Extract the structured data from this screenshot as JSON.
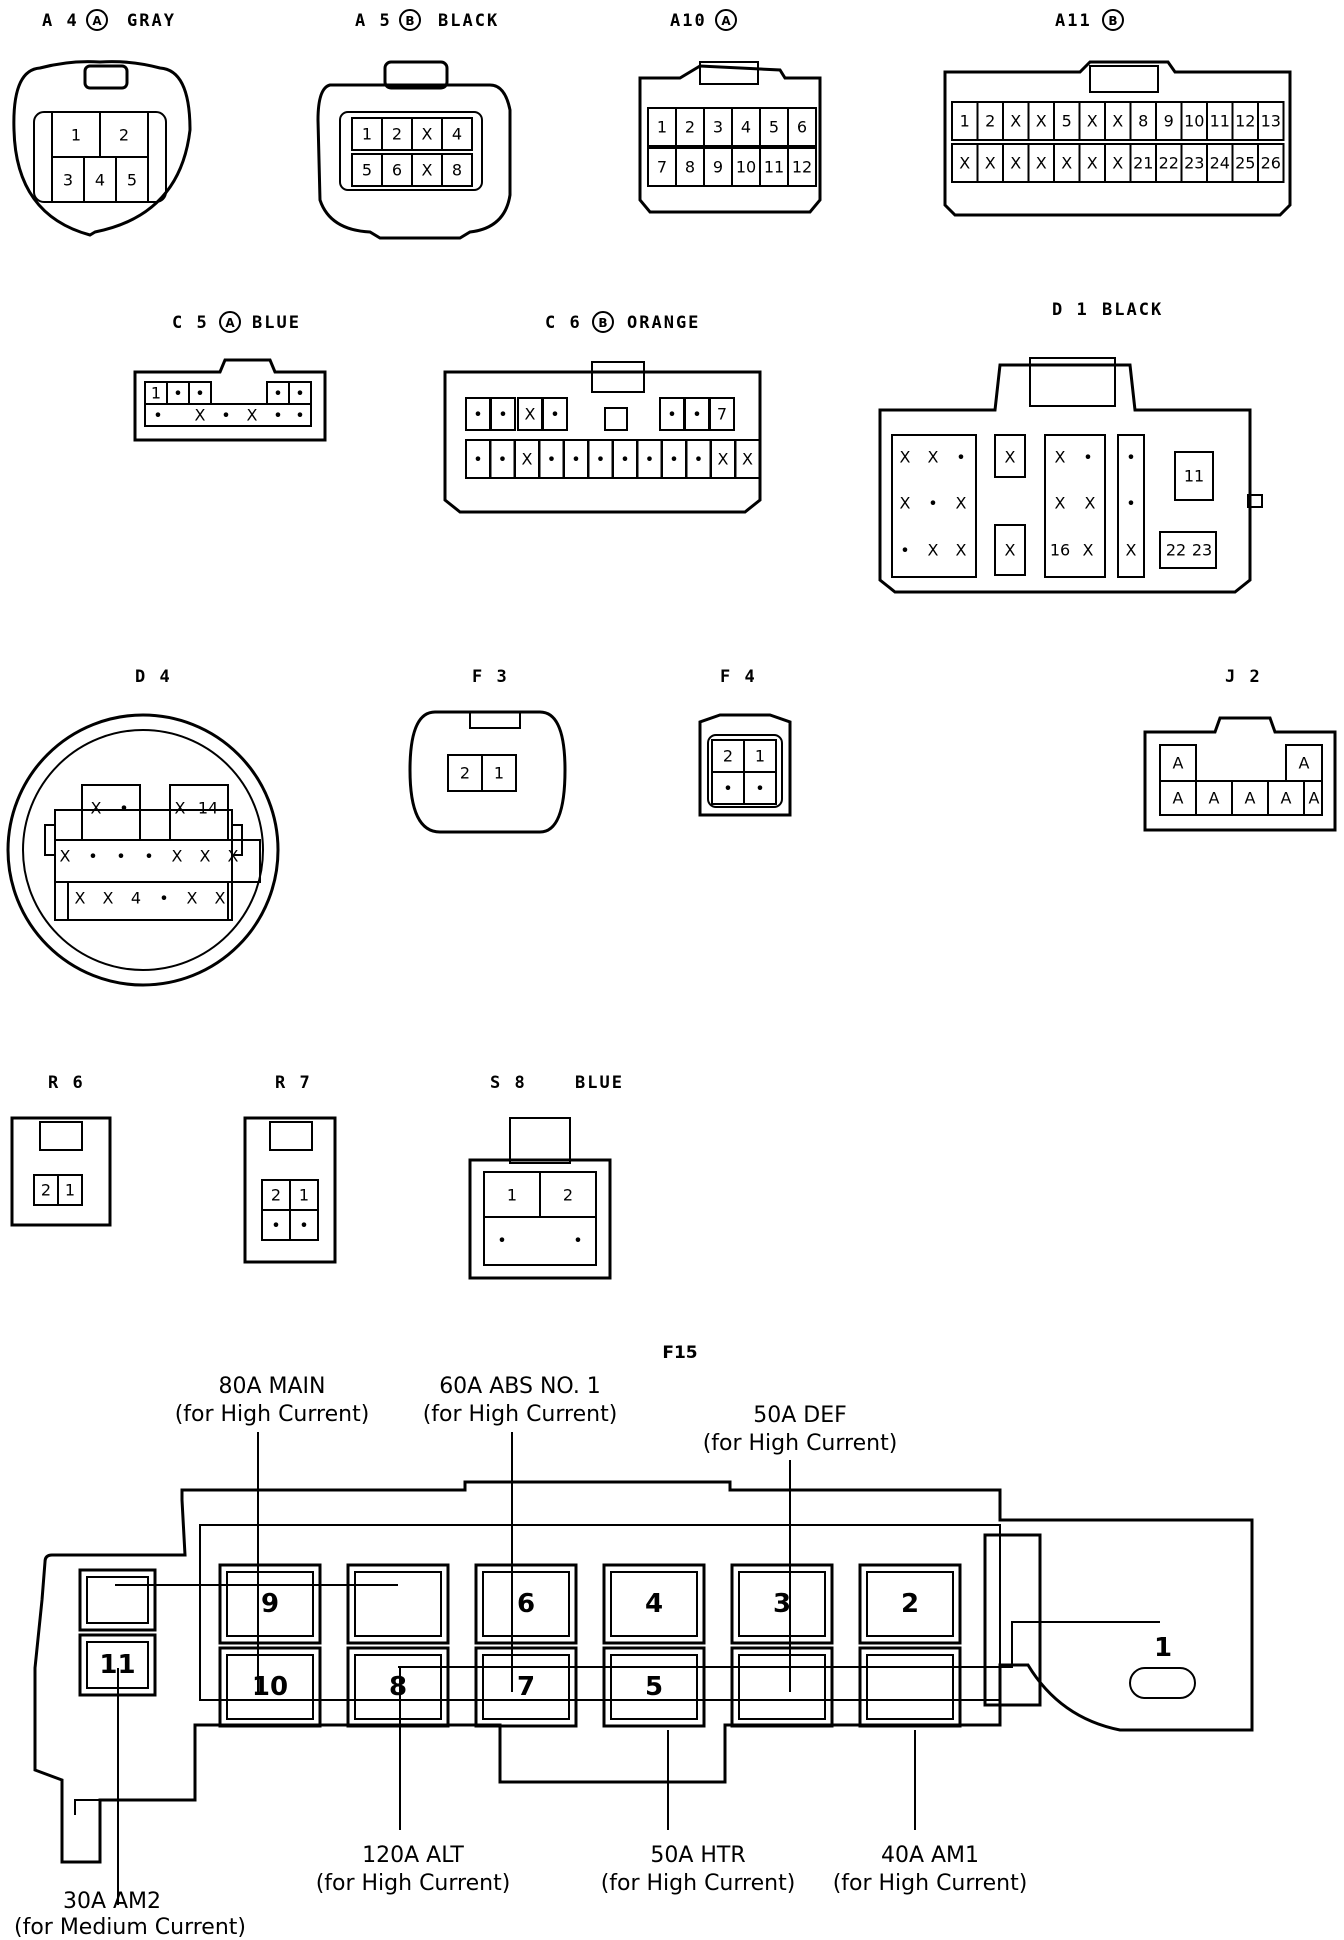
{
  "connectors": {
    "a4": {
      "id": "A 4",
      "variant": "A",
      "color": "GRAY",
      "pins": [
        "1",
        "2",
        "3",
        "4",
        "5"
      ]
    },
    "a5": {
      "id": "A 5",
      "variant": "B",
      "color": "BLACK",
      "pins": [
        "1",
        "2",
        "X",
        "4",
        "5",
        "6",
        "X",
        "8"
      ]
    },
    "a10": {
      "id": "A10",
      "variant": "A",
      "pins": [
        "1",
        "2",
        "3",
        "4",
        "5",
        "6",
        "7",
        "8",
        "9",
        "10",
        "11",
        "12"
      ]
    },
    "a11": {
      "id": "A11",
      "variant": "B",
      "pins": [
        "1",
        "2",
        "X",
        "X",
        "5",
        "X",
        "X",
        "8",
        "9",
        "10",
        "11",
        "12",
        "13",
        "X",
        "X",
        "X",
        "X",
        "X",
        "X",
        "X",
        "21",
        "22",
        "23",
        "24",
        "25",
        "26"
      ]
    },
    "c5": {
      "id": "C 5",
      "variant": "A",
      "color": "BLUE",
      "pins": [
        "1",
        "•",
        "•",
        "•",
        "•",
        "•",
        "X",
        "•",
        "X",
        "•",
        "•"
      ]
    },
    "c6": {
      "id": "C 6",
      "variant": "B",
      "color": "ORANGE",
      "pins": [
        "•",
        "•",
        "X",
        "•",
        "•",
        "•",
        "7",
        "•",
        "•",
        "X",
        "•",
        "•",
        "•",
        "•",
        "•",
        "•",
        "•",
        "X",
        "X"
      ]
    },
    "d1": {
      "id": "D 1",
      "color": "BLACK",
      "pins": [
        "X",
        "X",
        "•",
        "X",
        "•",
        "X",
        "•",
        "X",
        "X",
        "X",
        "X",
        "•",
        "X",
        "X",
        "11",
        "16",
        "X",
        "X",
        "•",
        "•",
        "X",
        "22",
        "23"
      ]
    },
    "d4": {
      "id": "D 4",
      "pins": [
        "X",
        "•",
        "X",
        "14",
        "X",
        "•",
        "•",
        "•",
        "X",
        "X",
        "X",
        "X",
        "X",
        "4",
        "•",
        "X",
        "X"
      ]
    },
    "f3": {
      "id": "F 3",
      "pins": [
        "2",
        "1"
      ]
    },
    "f4": {
      "id": "F 4",
      "pins": [
        "2",
        "1",
        "•",
        "•"
      ]
    },
    "j2": {
      "id": "J 2",
      "pins": [
        "A",
        "A",
        "A",
        "A",
        "A",
        "A",
        "A"
      ]
    },
    "r6": {
      "id": "R 6",
      "pins": [
        "2",
        "1"
      ]
    },
    "r7": {
      "id": "R 7",
      "pins": [
        "2",
        "1",
        "•",
        "•"
      ]
    },
    "s8": {
      "id": "S 8",
      "color": "BLUE",
      "pins": [
        "1",
        "2",
        "•",
        "•"
      ]
    }
  },
  "fuse_block": {
    "id": "F15",
    "slots": [
      "9",
      "10",
      "8",
      "6",
      "7",
      "4",
      "5",
      "3",
      "2",
      "1",
      "11"
    ],
    "labels": {
      "main": {
        "rating": "80A MAIN",
        "note": "(for High Current)"
      },
      "abs": {
        "rating": "60A ABS NO. 1",
        "note": "(for High Current)"
      },
      "def": {
        "rating": "50A DEF",
        "note": "(for High Current)"
      },
      "alt": {
        "rating": "120A ALT",
        "note": "(for High Current)"
      },
      "htr": {
        "rating": "50A HTR",
        "note": "(for High Current)"
      },
      "am1": {
        "rating": "40A AM1",
        "note": "(for High Current)"
      },
      "am2": {
        "rating": "30A AM2",
        "note": "(for Medium Current)"
      }
    }
  }
}
